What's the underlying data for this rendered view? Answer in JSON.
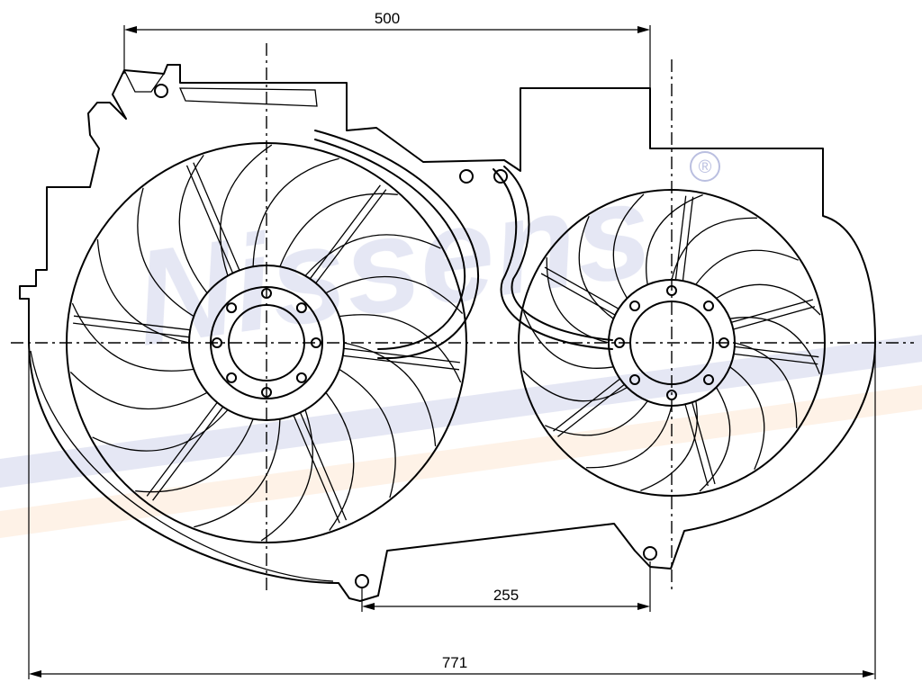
{
  "dimensions": {
    "top_width": "500",
    "mount_spacing": "255",
    "overall_width": "771"
  },
  "watermark": {
    "brand": "Nissens",
    "registered_mark": "®",
    "color_blue": "#3b4aa8",
    "color_orange": "#f39a4a"
  },
  "drawing": {
    "line_color": "#000000",
    "background": "#ffffff"
  }
}
